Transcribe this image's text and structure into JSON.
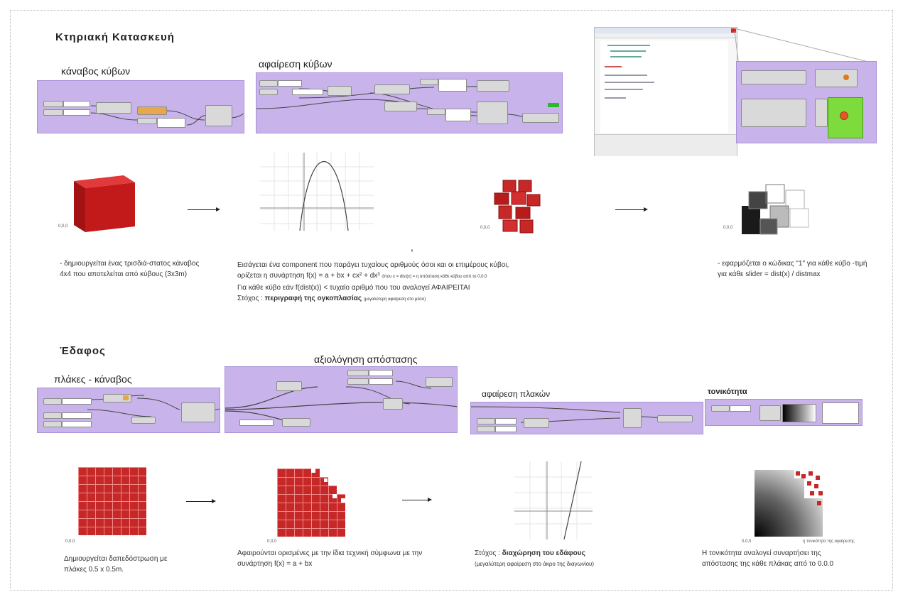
{
  "section1": {
    "title": "Κτηριακή Κατασκευή",
    "label_grid": "κάναβος κύβων",
    "label_subtract": "αφαίρεση κύβων",
    "desc_left": "- δημιουργείται ένας τρισδιά-στατος κάναβος 4x4 που αποτελείται από κύβους (3x3m)",
    "desc_mid_1": "Εισάγεται ένα component που παράγει τυχαίους αριθμούς όσοι και οι επιμέρους κύβοι,",
    "desc_mid_2": "ορίζεται η συνάρτηση f(x) = a + bx + cx² + dx³",
    "desc_mid_2_note": "όπου x = dist(x) = η απόσταση κάθε κύβου από το 0,0,0",
    "desc_mid_3": "Για κάθε κύβο εάν f(dist(x)) < τυχαίο αριθμό που του αναλογεί ΑΦΑΙΡΕΙΤΑΙ",
    "desc_mid_4_prefix": "Στόχος :",
    "desc_mid_4_bold": "περιγραφή της ογκοπλασίας",
    "desc_mid_4_note": "(μεγαλύτερη αφαίρεση στο μέσο)",
    "desc_right": "- εφαρμόζεται ο κώδικας \"1\" για κάθε κύβο -τιμή για κάθε slider = dist(x) / distmax",
    "origin_label": "0,0,0"
  },
  "section2": {
    "title": "Έδαφος",
    "label_tiles": "πλάκες - κάναβος",
    "label_eval": "αξιολόγηση απόστασης",
    "label_remove": "αφαίρεση πλακών",
    "label_gradient": "τονικότητα",
    "desc_1": "Δημιουργείται δαπεδόστρωση με πλάκες 0.5 x 0.5m.",
    "desc_2": "Αφαιρούνται ορισμένες με την ίδια τεχνική σύμφωνα με την συνάρτηση f(x) = a + bx",
    "desc_3_prefix": "Στόχος :",
    "desc_3_bold": "διαχώρηση του εδάφους",
    "desc_3_note": "(μεγαλύτερη αφαίρεση στο άκρο της διαγωνίου)",
    "desc_4": "Η τονικότητα αναλογεί συναρτήσει της απόστασης της κάθε πλάκας από το 0.0.0",
    "gradient_note": "η τονικότητα της αφαίρεσης",
    "origin_label": "0,0,0"
  },
  "colors": {
    "canvas": "#c8b4ea",
    "red": "#c62828",
    "node": "#d9d9d9"
  }
}
